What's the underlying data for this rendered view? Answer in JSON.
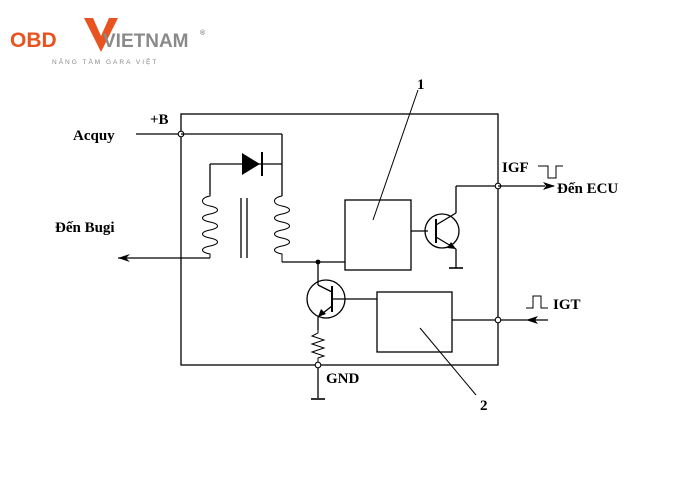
{
  "logo": {
    "brand_left": "OBD",
    "brand_right": "VIETNAM",
    "registered": "®",
    "tagline": "NÂNG TẦM GARA VIỆT",
    "colors": {
      "brand_orange": "#e8531f",
      "brand_gray": "#8a8a8a"
    }
  },
  "diagram": {
    "labels": {
      "plus_b": "+B",
      "battery": "Acquy",
      "to_spark_plug": "Đến Bugi",
      "igf": "IGF",
      "to_ecu": "Đến ECU",
      "igt": "IGT",
      "gnd": "GND",
      "callout_1": "1",
      "callout_2": "2"
    },
    "icons": [
      "diode-icon",
      "ignition-coil-icon",
      "npn-transistor-icon",
      "resistor-icon",
      "ground-icon",
      "pulse-icon",
      "arrow-icon"
    ]
  }
}
